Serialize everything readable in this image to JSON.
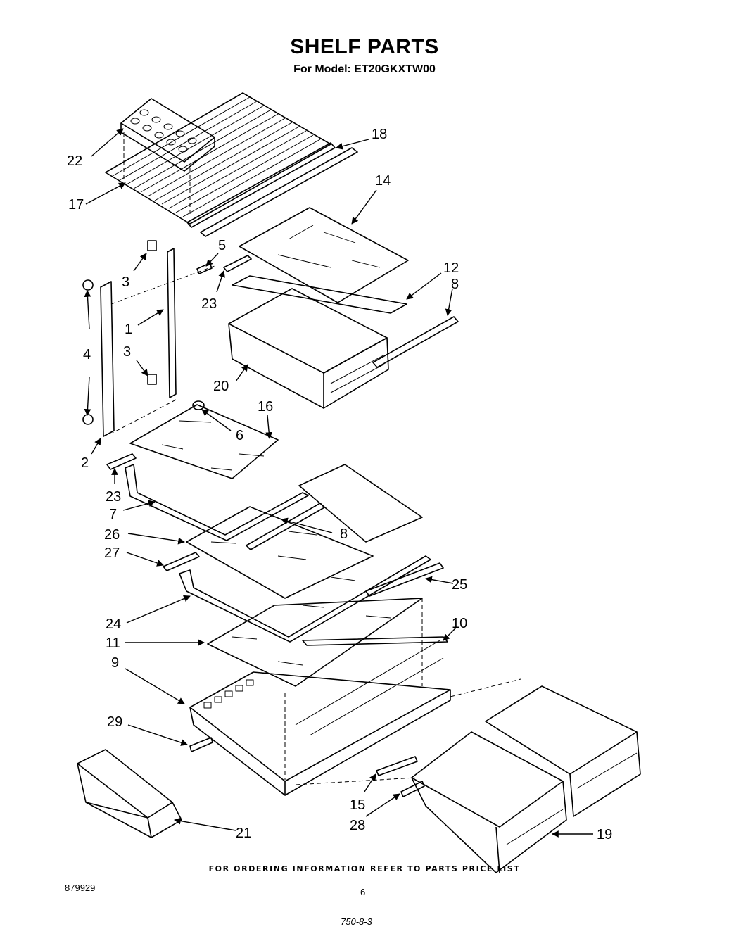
{
  "title": "SHELF PARTS",
  "subtitle": "For Model: ET20GKXTW00",
  "footer_note": "FOR ORDERING INFORMATION REFER TO PARTS PRICE LIST",
  "doc_number": "879929",
  "page_number": "6",
  "stamp": "750-8-3",
  "callouts": {
    "c1": "1",
    "c2": "2",
    "c3a": "3",
    "c3b": "3",
    "c4": "4",
    "c5": "5",
    "c6": "6",
    "c7": "7",
    "c8a": "8",
    "c8b": "8",
    "c9": "9",
    "c10": "10",
    "c11": "11",
    "c12": "12",
    "c14": "14",
    "c15": "15",
    "c16": "16",
    "c17": "17",
    "c18": "18",
    "c19": "19",
    "c20": "20",
    "c21": "21",
    "c22": "22",
    "c23a": "23",
    "c23b": "23",
    "c24": "24",
    "c25": "25",
    "c26": "26",
    "c27": "27",
    "c28": "28",
    "c29": "29"
  }
}
